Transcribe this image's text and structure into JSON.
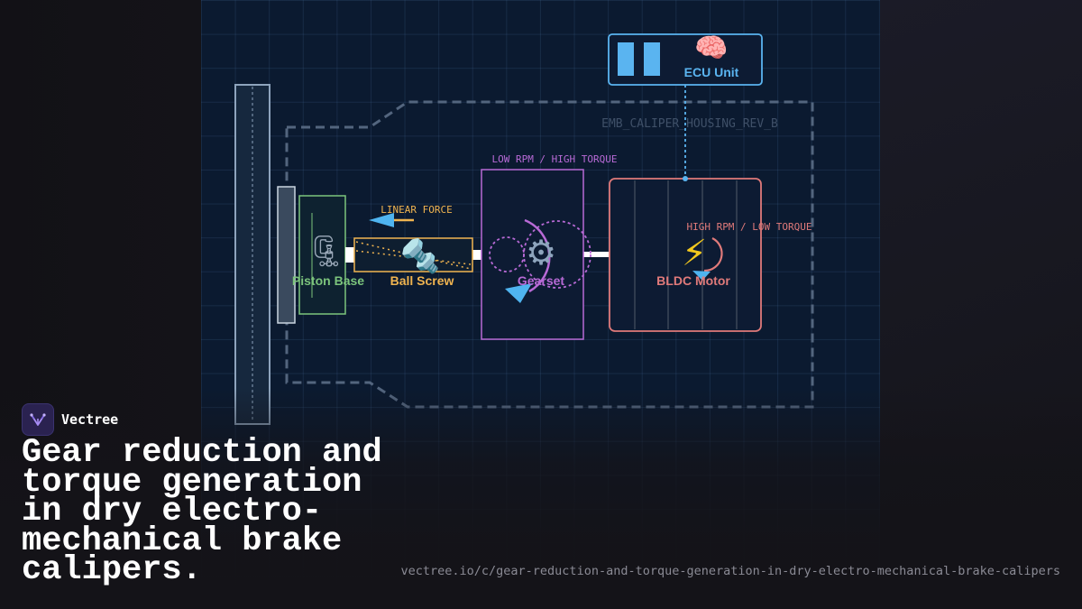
{
  "brand": {
    "name": "Vectree",
    "logo_icon": "vectree-logo-icon"
  },
  "headline": "Gear reduction and torque generation in dry electro-mechanical brake calipers.",
  "url": "vectree.io/c/gear-reduction-and-torque-generation-in-dry-electro-mechanical-brake-calipers",
  "diagram": {
    "housing_label": "EMB_CALIPER_HOUSING_REV_B",
    "ecu": {
      "label": "ECU Unit",
      "icon": "brain-icon"
    },
    "motor": {
      "label": "BLDC Motor",
      "icon": "lightning-icon",
      "annotation": "HIGH RPM / LOW TORQUE"
    },
    "gearset": {
      "label": "Gearset",
      "icon": "gear-icon",
      "annotation": "LOW RPM / HIGH TORQUE"
    },
    "ball_screw": {
      "label": "Ball Screw",
      "icon": "nut-and-bolt-icon",
      "annotation": "LINEAR FORCE"
    },
    "piston": {
      "label": "Piston Base",
      "icon": "clamp-icon"
    },
    "colors": {
      "ecu": "#5ab4f0",
      "motor": "#e07a7a",
      "gearset": "#b86ad6",
      "ball_screw": "#f0b450",
      "piston": "#7cc47c",
      "arrow": "#4fb4f0",
      "housing": "#53657e",
      "background": "#0b1a30"
    }
  }
}
